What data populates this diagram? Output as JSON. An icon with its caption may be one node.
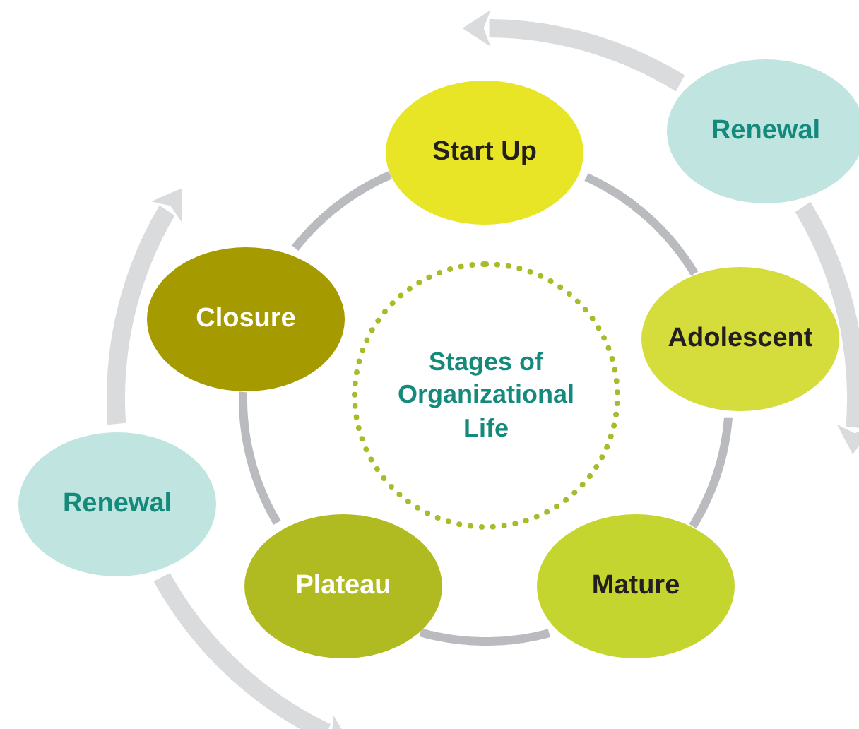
{
  "diagram": {
    "nodes": [
      {
        "text": [
          "Start Up"
        ]
      },
      {
        "text": [
          "Adolescent"
        ]
      },
      {
        "text": [
          "Mature"
        ]
      },
      {
        "text": [
          "Plateau"
        ]
      },
      {
        "text": [
          "Closure"
        ]
      },
      {
        "text": [
          "Stages of Organizational Life"
        ]
      },
      {
        "text": [
          "Renewal"
        ]
      },
      {
        "text": [
          "Renewal"
        ]
      }
    ],
    "edges": [
      {
        "from": 0,
        "to": 1,
        "arrow": "none"
      },
      {
        "from": 1,
        "to": 2,
        "arrow": "none"
      },
      {
        "from": 2,
        "to": 3,
        "arrow": "none"
      },
      {
        "from": 3,
        "to": 4,
        "arrow": "none"
      },
      {
        "from": 4,
        "to": 0,
        "arrow": "none"
      },
      {
        "from": 6,
        "to": 0,
        "arrow": "to",
        "style": "thick",
        "color": "#dadbdd"
      },
      {
        "from": 6,
        "to": 1,
        "arrow": "to",
        "style": "thick",
        "color": "#dadbdd"
      },
      {
        "from": 7,
        "to": 4,
        "arrow": "to",
        "style": "thick",
        "color": "#dadbdd"
      },
      {
        "from": 7,
        "to": 3,
        "arrow": "to",
        "style": "thick",
        "color": "#dadbdd"
      }
    ]
  }
}
